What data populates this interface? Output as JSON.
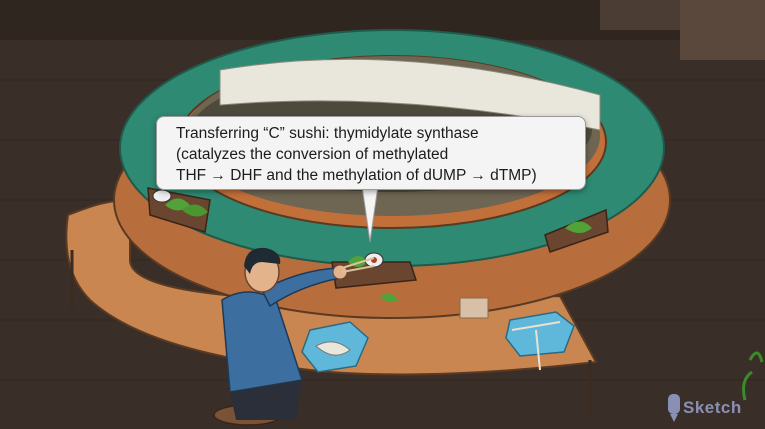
{
  "callout": {
    "line1": "Transferring “C” sushi: thymidylate synthase",
    "line2": "(catalyzes the conversion of methylated",
    "line3": "THF → DHF and the methylation of dUMP → dTMP)"
  },
  "logo": {
    "text": "Sketch",
    "icon": "pen-icon"
  },
  "colors": {
    "belt": "#2e8a73",
    "counter": "#c17d45",
    "wall": "#3a2f28",
    "plate": "#5fb7d9"
  }
}
